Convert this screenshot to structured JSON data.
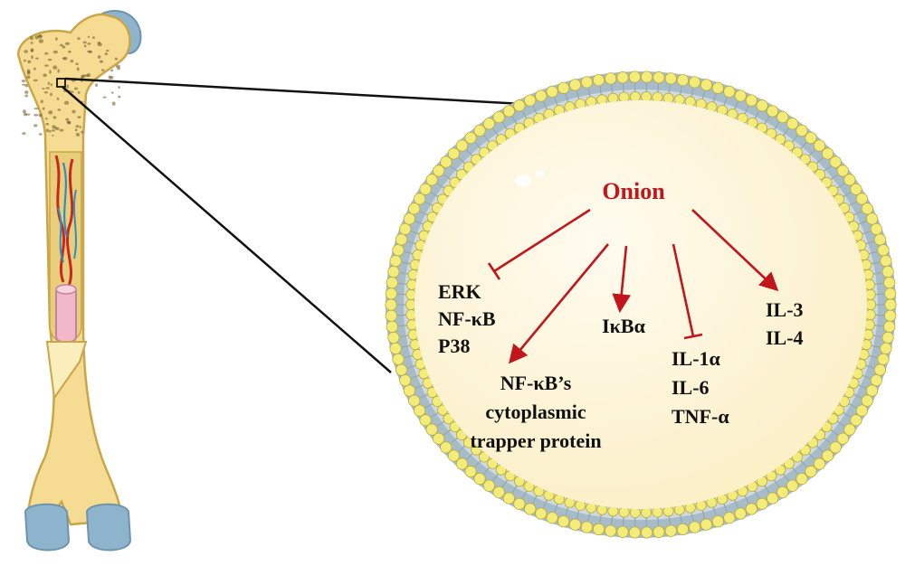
{
  "diagram": {
    "center_label": "Onion",
    "groups": {
      "inhibited_left": [
        "ERK",
        "NF-κB",
        "P38"
      ],
      "activated_cytoplasmic": [
        "NF-κB’s",
        "cytoplasmic",
        "trapper protein"
      ],
      "activated_mid": [
        "IκBα"
      ],
      "inhibited_cytokines": [
        "IL-1α",
        "IL-6",
        "TNF-α"
      ],
      "activated_cytokines": [
        "IL-3",
        "IL-4"
      ]
    }
  },
  "colors": {
    "accent": "#c0161c",
    "cell_fill": "#fdf3d4",
    "membrane_head": "#f4ec7a",
    "membrane_tail": "#a8bcc8",
    "bone": "#f6dc93",
    "bone_outline": "#c9a648",
    "cartilage": "#8eb3cc",
    "marrow": "#e8ce7a"
  },
  "icons": {
    "bone": "femur-bone-icon",
    "cell": "cell-membrane-icon"
  }
}
